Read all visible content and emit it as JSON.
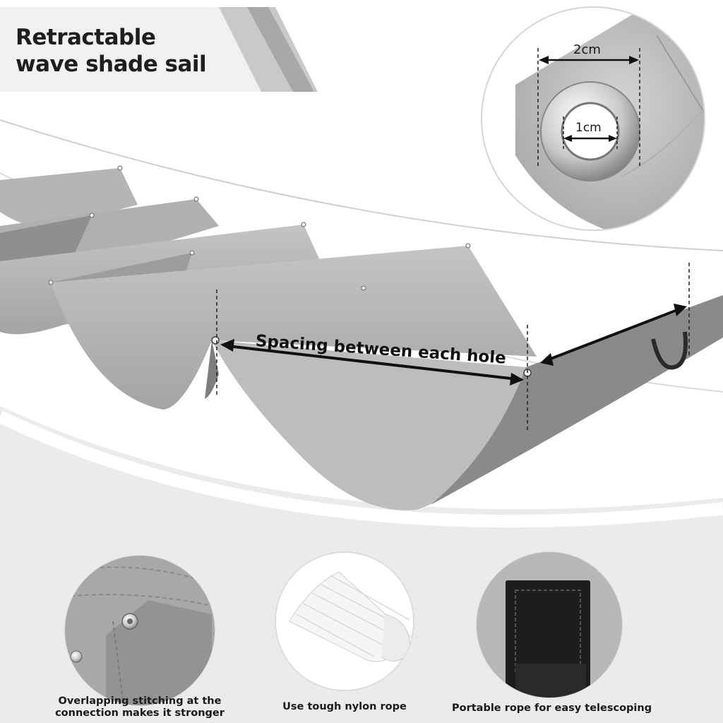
{
  "title": {
    "line1": "Retractable",
    "line2": "wave shade sail"
  },
  "grommet_detail": {
    "outer_label": "2cm",
    "inner_label": "1cm"
  },
  "main_annotation": "Spacing between each hole",
  "features": [
    {
      "caption_line1": "Overlapping stitching at the",
      "caption_line2": "connection makes it stronger",
      "icon": "stitching-closeup"
    },
    {
      "caption_line1": "Use tough nylon rope",
      "caption_line2": "",
      "icon": "rope-bundle"
    },
    {
      "caption_line1": "Portable rope for easy telescoping",
      "caption_line2": "",
      "icon": "velcro-strap"
    }
  ],
  "colors": {
    "fabric": "#a9a9a9",
    "fabric_shadow": "#7f7f7f",
    "background_band": "#e9e9e9",
    "text": "#1e1e1e"
  }
}
